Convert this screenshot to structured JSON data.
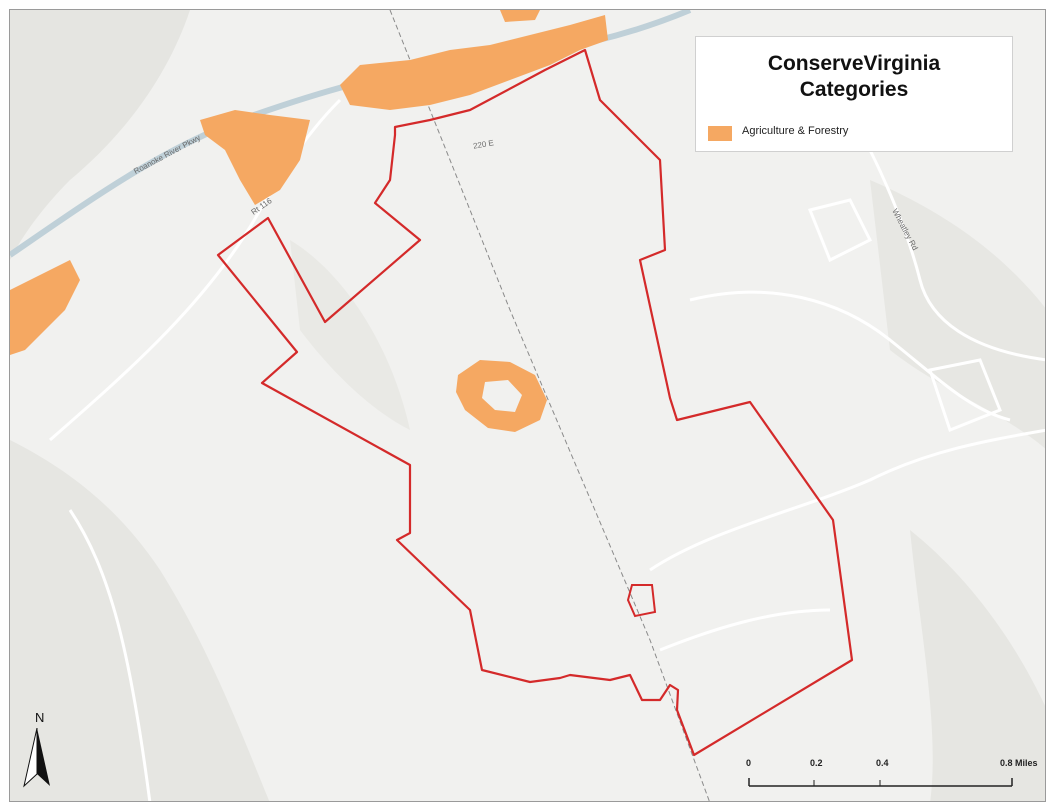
{
  "legend": {
    "title_line1": "ConserveVirginia",
    "title_line2": "Categories",
    "entries": [
      {
        "label": "Agriculture & Forestry",
        "color": "#f5a862"
      }
    ]
  },
  "colors": {
    "boundary": "#d42a2a",
    "category_fill": "#f5a862",
    "basemap": "#f1f1ef",
    "hillshade": "#e2e2de",
    "road": "#ffffff",
    "river": "#bfd0d8"
  },
  "road_labels": {
    "river": "Roanoke River Pkwy",
    "highway": "220 E",
    "route_sw": "Rt 116",
    "road_east": "Wheatley Rd"
  },
  "north_arrow": {
    "letter": "N"
  },
  "scale_bar": {
    "ticks": [
      "0",
      "0.2",
      "0.4",
      "0.8 Miles"
    ],
    "values": [
      0,
      0.2,
      0.4,
      0.8
    ],
    "units": "Miles"
  }
}
